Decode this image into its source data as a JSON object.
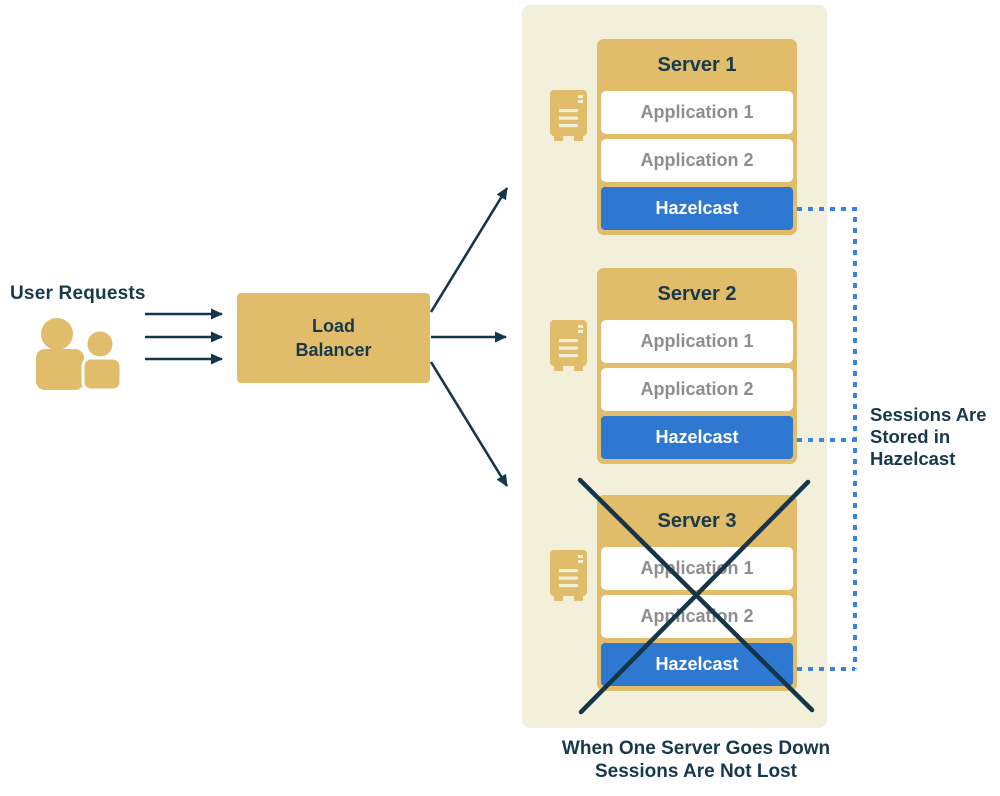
{
  "diagram": {
    "user_requests_label": "User Requests",
    "load_balancer": {
      "line1": "Load",
      "line2": "Balancer"
    },
    "servers": [
      {
        "title": "Server 1",
        "apps": [
          "Application 1",
          "Application 2"
        ],
        "store_label": "Hazelcast",
        "crossed_out": false
      },
      {
        "title": "Server 2",
        "apps": [
          "Application 1",
          "Application 2"
        ],
        "store_label": "Hazelcast",
        "crossed_out": false
      },
      {
        "title": "Server 3",
        "apps": [
          "Application 1",
          "Application 2"
        ],
        "store_label": "Hazelcast",
        "crossed_out": true
      }
    ],
    "side_note": {
      "line1": "Sessions Are",
      "line2": "Stored in",
      "line3": "Hazelcast"
    },
    "caption": {
      "line1": "When One Server Goes Down",
      "line2": "Sessions Are Not Lost"
    },
    "icons": {
      "users": "users-icon",
      "server": "server-tower-icon"
    },
    "colors": {
      "gold": "#e0bc6b",
      "cream_panel": "#f2efdb",
      "navy": "#17394c",
      "hazelcast_blue": "#2e78d2",
      "dotted_connector_blue": "#3b82df",
      "app_text_gray": "#8e8e8e",
      "white": "#ffffff"
    }
  }
}
